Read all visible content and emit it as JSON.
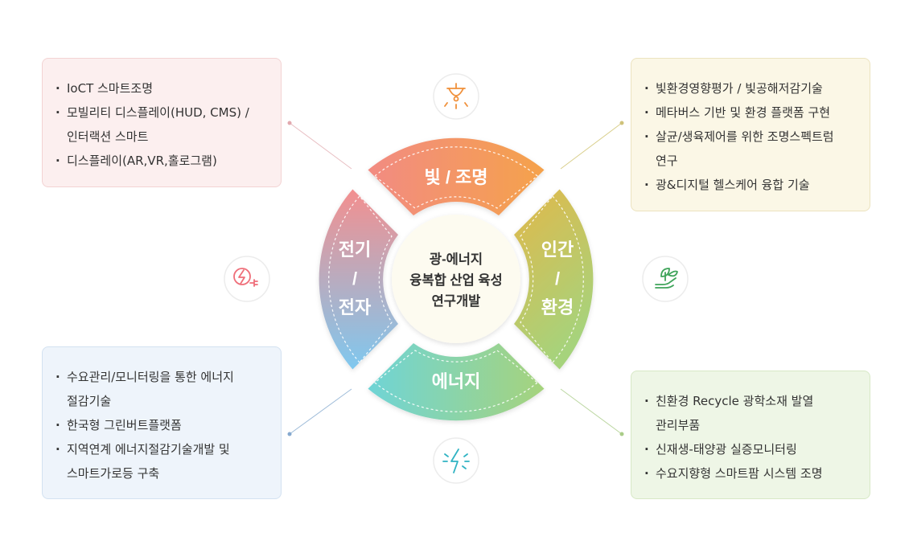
{
  "center": {
    "lines": [
      "광-에너지",
      "융복합 산업 육성",
      "연구개발"
    ]
  },
  "segments": {
    "top": {
      "label": "빛 / 조명"
    },
    "right": {
      "lines": [
        "인간",
        "/",
        "환경"
      ]
    },
    "bottom": {
      "label": "에너지"
    },
    "left": {
      "lines": [
        "전기",
        "/",
        "전자"
      ]
    }
  },
  "icons": {
    "top": "ceiling-lamp-icon",
    "right": "hand-leaf-icon",
    "bottom": "lightning-sparkle-icon",
    "left": "electric-plug-icon"
  },
  "boxes": {
    "top_left": {
      "items": [
        "IoCT 스마트조명",
        "모빌리티 디스플레이(HUD, CMS) /",
        "인터랙션 스마트",
        "디스플레이(AR,VR,홀로그램)"
      ]
    },
    "top_right": {
      "items": [
        "빛환경영향평가 / 빛공해저감기술",
        "메타버스 기반 및 환경 플랫폼 구현",
        "살균/생육제어를 위한 조명스펙트럼",
        "연구",
        "광&디지털 헬스케어 융합 기술"
      ]
    },
    "bottom_left": {
      "items": [
        "수요관리/모니터링을 통한 에너지",
        "절감기술",
        "한국형 그린버트플랫폼",
        "지역연계 에너지절감기술개발 및",
        "스마트가로등 구축"
      ]
    },
    "bottom_right": {
      "items": [
        "친환경 Recycle 광학소재 발열",
        "관리부품",
        "신재생-태양광 실증모니터링",
        "수요지향형 스마트팜 시스템 조명"
      ]
    }
  },
  "colors": {
    "top": [
      "#f28b82",
      "#f5a24b"
    ],
    "right": [
      "#e2b84a",
      "#a6d37c"
    ],
    "bottom": [
      "#6fd4d6",
      "#a6d37c"
    ],
    "left": [
      "#f38f8f",
      "#7fc8ef"
    ],
    "center_fill": "#fdfbf0"
  }
}
